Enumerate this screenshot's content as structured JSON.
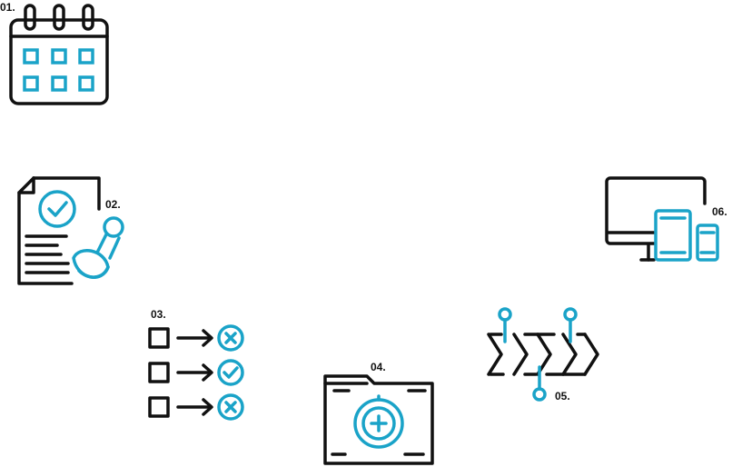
{
  "colors": {
    "ink": "#111111",
    "accent": "#1aa3c8"
  },
  "items": [
    {
      "number": "01.",
      "icon": "calendar-icon"
    },
    {
      "number": "02.",
      "icon": "approved-document-stamp-icon"
    },
    {
      "number": "03.",
      "icon": "checklist-decision-icon"
    },
    {
      "number": "04.",
      "icon": "add-folder-icon"
    },
    {
      "number": "05.",
      "icon": "process-timeline-icon"
    },
    {
      "number": "06.",
      "icon": "responsive-devices-icon"
    }
  ]
}
